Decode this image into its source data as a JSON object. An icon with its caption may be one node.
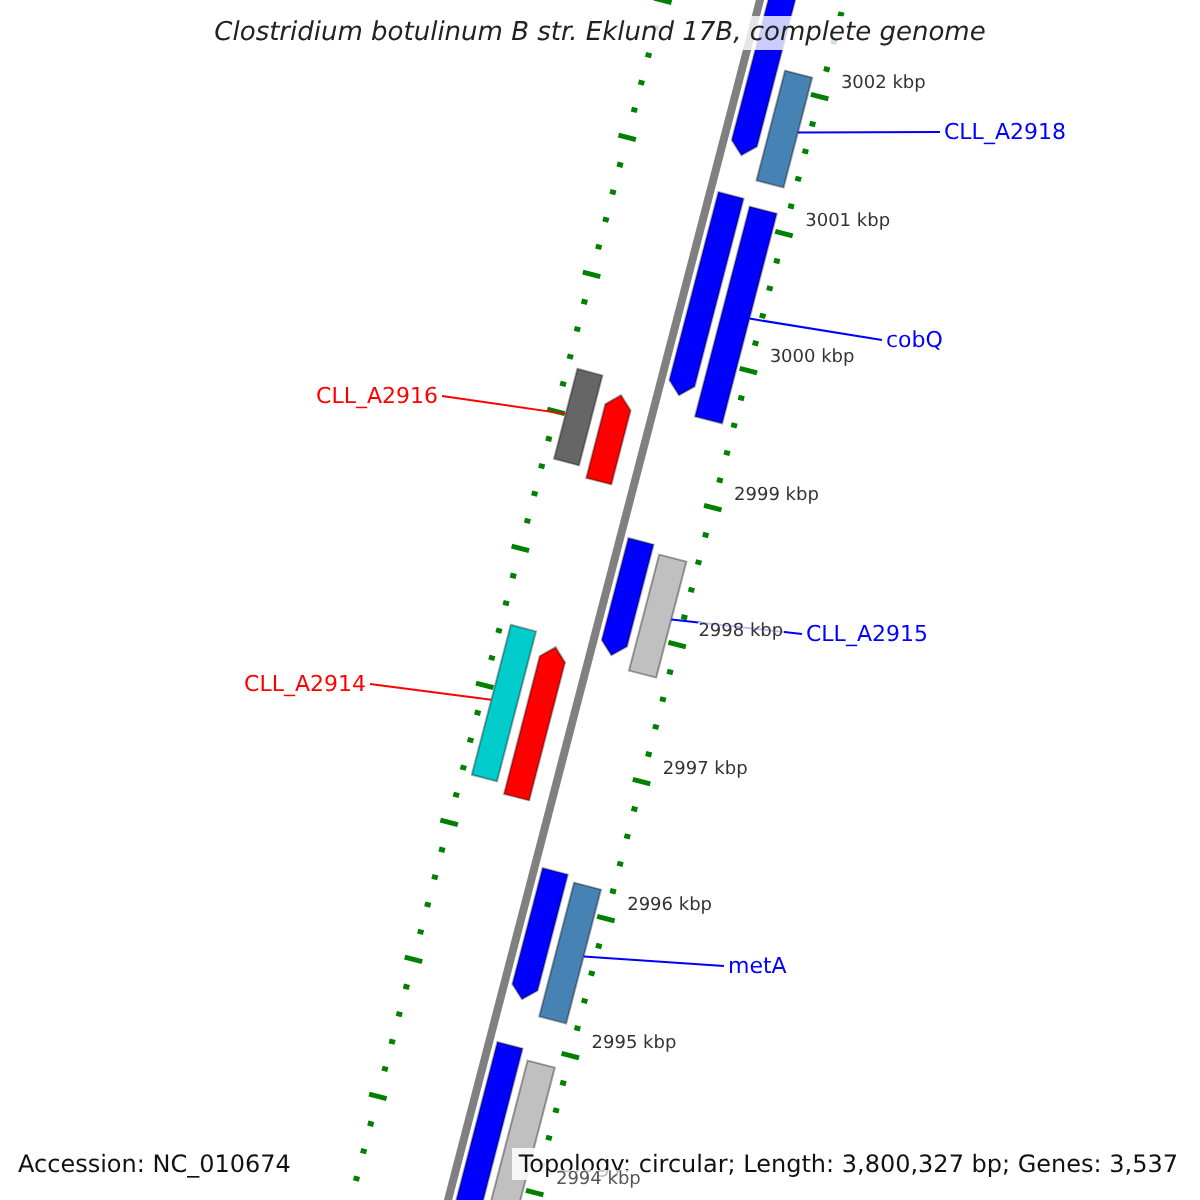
{
  "diagram": {
    "title": "Clostridium botulinum B str. Eklund 17B, complete genome",
    "nodes": [
      {
        "text": [],
        "shape": "arrow"
      },
      {
        "text": [
          "CLL_A2918"
        ]
      },
      {
        "text": [],
        "shape": "bar"
      },
      {
        "text": [],
        "shape": "arrow"
      },
      {
        "text": [],
        "shape": "bar"
      },
      {
        "text": [
          "cobQ"
        ]
      },
      {
        "text": [
          "CLL_A2916"
        ]
      },
      {
        "text": [],
        "shape": "bar"
      },
      {
        "text": [],
        "shape": "arrow"
      },
      {
        "text": [],
        "shape": "arrow"
      },
      {
        "text": [],
        "shape": "bar"
      },
      {
        "text": [
          "CLL_A2915"
        ]
      },
      {
        "text": [
          "CLL_A2914"
        ]
      },
      {
        "text": [],
        "shape": "bar"
      },
      {
        "text": [],
        "shape": "arrow"
      },
      {
        "text": [],
        "shape": "arrow"
      },
      {
        "text": [],
        "shape": "bar"
      },
      {
        "text": [
          "metA"
        ]
      },
      {
        "text": [],
        "shape": "bar"
      },
      {
        "text": [],
        "shape": "bar"
      }
    ],
    "edges": [
      {
        "from": 1,
        "to": 2,
        "arrow": "none"
      },
      {
        "from": 5,
        "to": 4,
        "arrow": "none"
      },
      {
        "from": 6,
        "to": 7,
        "arrow": "none",
        "color": "#ff0000"
      },
      {
        "from": 11,
        "to": 10,
        "arrow": "none"
      },
      {
        "from": 12,
        "to": 13,
        "arrow": "none",
        "color": "#ff0000"
      },
      {
        "from": 17,
        "to": 16,
        "arrow": "none"
      }
    ],
    "labels": [
      "3002 kbp",
      "3001 kbp",
      "3000 kbp",
      "2999 kbp",
      "2998 kbp",
      "2997 kbp",
      "2996 kbp",
      "2995 kbp",
      "2994 kbp",
      "Accession: NC_010674",
      "Topology: circular; Length: 3,800,327 bp; Genes: 3,537"
    ]
  }
}
